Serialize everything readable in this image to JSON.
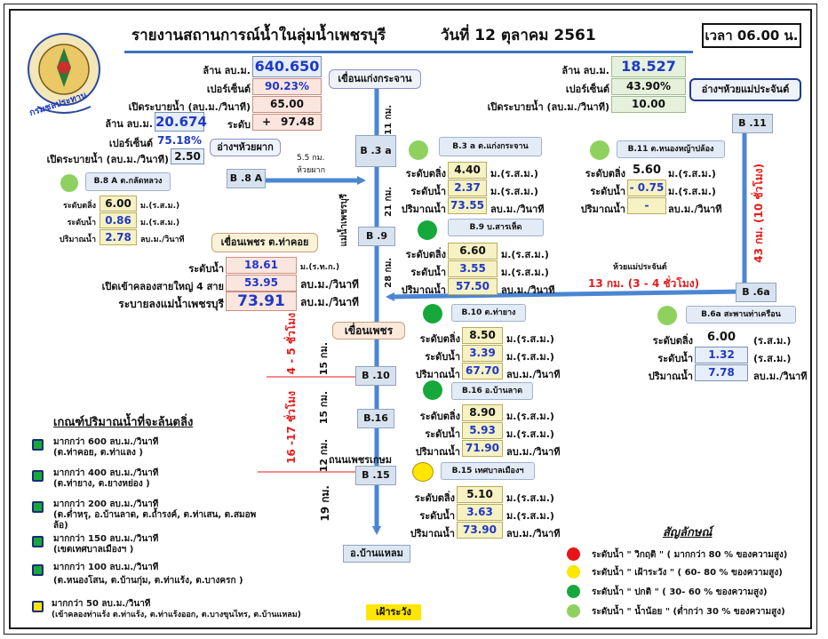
{
  "header": {
    "title": "รายงานสถานการณ์น้ำในลุ่มน้ำเพชรบุรี",
    "date": "วันที่  12 ตุลาคม 2561",
    "time": "เวลา 06.00 น.",
    "logo_text": "กรมชลประทาน"
  },
  "kaeng_krachan": {
    "name": "เขื่อนแก่งกระจาน",
    "volume_label": "ล้าน ลบ.ม.",
    "volume": "640.650",
    "percent_label": "เปอร์เซ็นต์",
    "percent": "90.23%",
    "release_label": "เปิดระบายน้ำ (ลบ.ม./วินาที)",
    "release": "65.00",
    "level_label": "ระดับ",
    "level_sign": "+",
    "level": "97.48"
  },
  "huai_phak": {
    "name": "อ่างฯห้วยผาก",
    "volume_label": "ล้าน ลบ.ม.",
    "volume": "20.674",
    "percent_label": "เปอร์เซ็นต์",
    "percent": "75.18%",
    "release_label": "เปิดระบายน้ำ (ลบ.ม./วินาที)",
    "release": "2.50",
    "distance": "5.5 กม.",
    "distance_label": "ห้วยผาก"
  },
  "mae_prachan": {
    "name": "อ่างฯห้วยแม่ประจันต์",
    "volume_label": "ล้าน ลบ.ม.",
    "volume": "18.527",
    "percent_label": "เปอร์เซ็นต์",
    "percent": "43.90%",
    "release_label": "เปิดระบายน้ำ (ลบ.ม./วินาที)",
    "release": "10.00"
  },
  "phetchaburi_dam": {
    "name": "เขื่อนเพชร ต.ท่าคอย",
    "flow_label": "ระดับน้ำ",
    "flow": "18.61",
    "flow_unit": "ม.(ร.ท.ก.)",
    "canal_label": "เปิดเข้าคลองสายใหญ่ 4 สาย",
    "canal": "53.95",
    "canal_unit": "ลบ.ม./วินาที",
    "river_label": "ระบายลงแม่น้ำเพชรบุรี",
    "river": "73.91",
    "river_unit": "ลบ.ม./วินาที",
    "dam_label": "เขื่อนเพชร"
  },
  "nodes": {
    "b3a": "B .3 a",
    "b8a": "B .8 A",
    "b9": "B .9",
    "b10": "B .10",
    "b16": "B.16",
    "b15": "B .15",
    "b11": "B .11",
    "b6a": "B .6a",
    "mouth": "อ.บ้านแหลม",
    "road": "ถนนเพชรเกษม",
    "river_name": "แม่น้ำเพชรบุรี",
    "mae_prachan_creek": "ห้วยแม่ประจันต์"
  },
  "distances": {
    "d11": "11 กม.",
    "d21": "21 กม.",
    "d28": "28 กม.",
    "d15a": "15 กม.",
    "d15b": "15 กม.",
    "d12": "12 กม.",
    "d19": "19 กม.",
    "d43": "43 กม. (10 ชั่วโมง)",
    "d13": "13 กม. (3 - 4 ชั่วโมง)",
    "t45": "4 - 5 ชั่วโมง",
    "t1617": "16 -17 ชั่วโมง"
  },
  "units": {
    "msl": "ม.(ร.ส.ม.)",
    "cms": "ลบ.ม./วินาที",
    "paren_msl": "(ร.ส.ม.)",
    "bank_label": "ระดับตลิ่ง",
    "water_label": "ระดับน้ำ",
    "flow_label": "ปริมาณน้ำ"
  },
  "stations": {
    "b3a": {
      "name": "B.3 a  ต.แก่งกระจาน",
      "bank": "4.40",
      "water": "2.37",
      "flow": "73.55"
    },
    "b11": {
      "name": "B.11  ต.หนองหญ้าปล้อง",
      "bank": "5.60",
      "water": "- 0.75",
      "flow": "-"
    },
    "b8a": {
      "name": "B.8 A  ต.กลัดหลวง",
      "bank": "6.00",
      "water": "0.86",
      "flow": "2.78",
      "bank_unit": "ม.(ร.ส.ม.)",
      "water_unit": "ม.(ร.ส.ม.)",
      "flow_unit": "ลบ.ม./วินาที"
    },
    "b9": {
      "name": "B.9  บ.สารเห็ด",
      "bank": "6.60",
      "water": "3.55",
      "flow": "57.50"
    },
    "b10": {
      "name": "B.10  ต.ท่ายาง",
      "bank": "8.50",
      "water": "3.39",
      "flow": "67.70"
    },
    "b16": {
      "name": "B.16  อ.บ้านลาด",
      "bank": "8.90",
      "water": "5.93",
      "flow": "71.90"
    },
    "b15": {
      "name": "B.15    เทศบาลเมืองฯ",
      "bank": "5.10",
      "water": "3.63",
      "flow": "73.90"
    },
    "b6a": {
      "name": "B.6a  สะพานท่าเครือน",
      "bank": "6.00",
      "water": "1.32",
      "flow": "7.78"
    }
  },
  "criteria": {
    "title": "เกณฑ์ปริมาณน้ำที่จะล้นตลิ่ง",
    "items": [
      {
        "line1": "มากกว่า 600 ลบ.ม./วินาที",
        "line2": "(ต.ท่าคอย, ต.ท่าแลง )"
      },
      {
        "line1": "มากกว่า 400 ลบ.ม./วินาที",
        "line2": "(ต.ท่ายาง, ต.ยางหย่อง )"
      },
      {
        "line1": "มากกว่า 200 ลบ.ม./วินาที",
        "line2": "(ต.ต่ำหรุ, อ.บ้านลาด, ต.ถ้ำรงค์, ต.ท่าเสน, ต.สมอพ",
        "line3": "ล้อ)"
      },
      {
        "line1": "มากกว่า 150 ลบ.ม./วินาที",
        "line2": "(เขตเทศบาลเมืองฯ )"
      },
      {
        "line1": "มากกว่า 100 ลบ.ม./วินาที",
        "line2": "(ต.หนองโสน, ต.บ้านกุ่ม, ต.ท่าแร้ง, ต.บางครก )"
      },
      {
        "line1": "มากกว่า 50 ลบ.ม./วินาที",
        "line2": "(เข้าคลองท่าแร้ง ต.ท่าแร้ง, ต.ท่าแร้งออก, ต.บางขุนไทร, ต.บ้านแหลม)"
      }
    ],
    "watch_label": "เฝ้าระวัง"
  },
  "legend": {
    "title": "สัญลักษณ์",
    "items": [
      {
        "color": "#e8141a",
        "label": "ระดับน้ำ \" วิกฤติ \" ( มากกว่า 80 % ของความสูง)"
      },
      {
        "color": "#ffe600",
        "label": "ระดับน้ำ \" เฝ้าระวัง \" ( 60- 80 % ของความสูง)"
      },
      {
        "color": "#16a83a",
        "label": "ระดับน้ำ \" ปกติ \" ( 30- 60 % ของความสูง)"
      },
      {
        "color": "#8ed15f",
        "label": "ระดับน้ำ \" น้ำน้อย \" (ต่ำกว่า 30 % ของความสูง)"
      }
    ]
  },
  "colors": {
    "river": "#4a86d4",
    "critical": "#e8141a",
    "watch": "#ffe600",
    "normal": "#16a83a",
    "low": "#8ed15f"
  }
}
